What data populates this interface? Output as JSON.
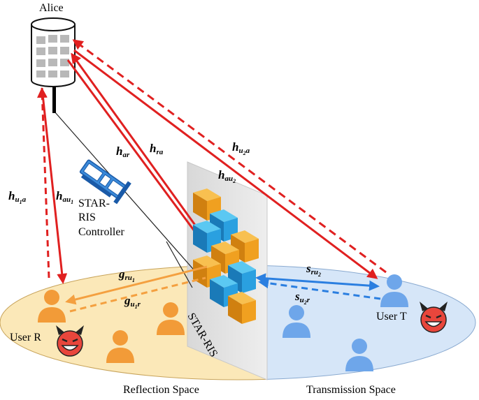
{
  "labels": {
    "alice": "Alice",
    "controller_l1": "STAR-",
    "controller_l2": "RIS",
    "controller_l3": "Controller",
    "star_ris": "STAR-RIS",
    "user_r": "User R",
    "user_t": "User T",
    "reflection_space": "Reflection Space",
    "transmission_space": "Transmission Space"
  },
  "channels": {
    "h_u1a": {
      "base": "h",
      "sub": "u",
      "subsub": "1",
      "sub2": "a"
    },
    "h_au1": {
      "base": "h",
      "sub": "au",
      "subsub": "1",
      "sub2": ""
    },
    "h_ar": {
      "base": "h",
      "sub": "ar",
      "subsub": "",
      "sub2": ""
    },
    "h_ra": {
      "base": "h",
      "sub": "ra",
      "subsub": "",
      "sub2": ""
    },
    "h_u2a": {
      "base": "h",
      "sub": "u",
      "subsub": "2",
      "sub2": "a"
    },
    "h_au2": {
      "base": "h",
      "sub": "au",
      "subsub": "2",
      "sub2": ""
    },
    "g_ru1": {
      "base": "g",
      "sub": "ru",
      "subsub": "1",
      "sub2": ""
    },
    "g_u1r": {
      "base": "g",
      "sub": "u",
      "subsub": "1",
      "sub2": "r"
    },
    "s_ru2": {
      "base": "s",
      "sub": "ru",
      "subsub": "2",
      "sub2": ""
    },
    "s_u2r": {
      "base": "s",
      "sub": "u",
      "subsub": "2",
      "sub2": "r"
    }
  },
  "colors": {
    "red_link": "#e02020",
    "orange_link": "#f4a040",
    "blue_link": "#2b7fe0",
    "reflection_region": "#fbe8b8",
    "transmission_region": "#d6e6f8",
    "user_orange": "#f29b38",
    "user_blue": "#6ea6ea",
    "element_orange": "#f0a020",
    "element_blue": "#2aa0e0",
    "controller_blue": "#3b8ad9"
  }
}
